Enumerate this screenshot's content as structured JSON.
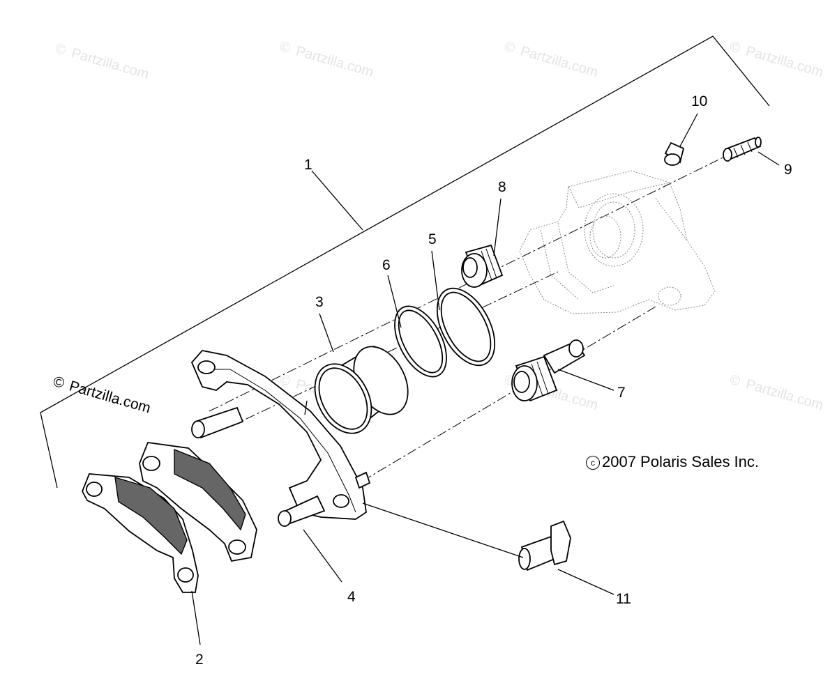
{
  "watermarks": {
    "site": "Partzilla.com",
    "symbol": "©"
  },
  "copyright": {
    "symbol": "c",
    "text": "2007 Polaris Sales Inc."
  },
  "callouts": [
    {
      "id": "1",
      "label": "1"
    },
    {
      "id": "2",
      "label": "2"
    },
    {
      "id": "3",
      "label": "3"
    },
    {
      "id": "4",
      "label": "4"
    },
    {
      "id": "5",
      "label": "5"
    },
    {
      "id": "6",
      "label": "6"
    },
    {
      "id": "7",
      "label": "7"
    },
    {
      "id": "8",
      "label": "8"
    },
    {
      "id": "9",
      "label": "9"
    },
    {
      "id": "10",
      "label": "10"
    },
    {
      "id": "11",
      "label": "11"
    }
  ]
}
